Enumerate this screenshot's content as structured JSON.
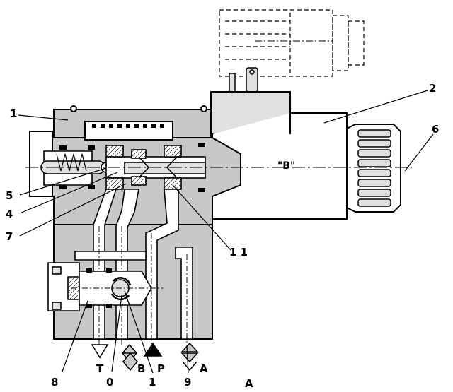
{
  "callouts": {
    "c1": "1",
    "c2": "2",
    "c4": "4",
    "c5": "5",
    "c6": "6",
    "c7": "7",
    "c8": "8",
    "c11": "1 1",
    "bottom_0": "0",
    "bottom_1": "1",
    "bottom_9": "9"
  },
  "axis_label": "\"B\"",
  "ports": {
    "T": "T",
    "B": "B",
    "P": "P",
    "A": "A"
  },
  "view_label": "A",
  "colors": {
    "line": "#000000",
    "body_fill": "#c8c8c8",
    "light_fill": "#e0e0e0",
    "background": "#ffffff"
  }
}
